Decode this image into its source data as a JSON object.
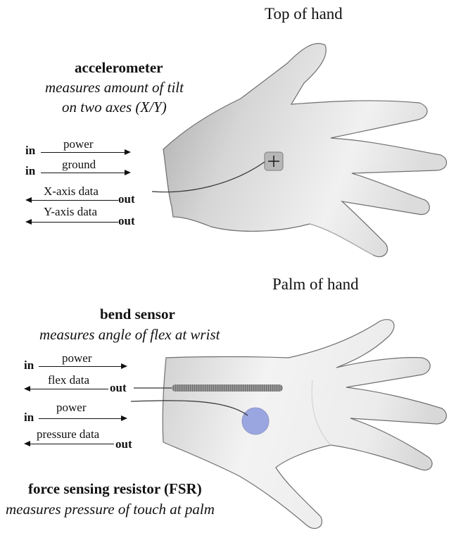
{
  "top_title": "Top of hand",
  "bottom_title": "Palm of hand",
  "accelerometer": {
    "heading": "accelerometer",
    "desc_line1": "measures amount of tilt",
    "desc_line2": "on two axes (X/Y)",
    "signals": [
      {
        "io": "in",
        "label": "power"
      },
      {
        "io": "in",
        "label": "ground"
      },
      {
        "io": "out",
        "label": "X-axis data"
      },
      {
        "io": "out",
        "label": "Y-axis data"
      }
    ]
  },
  "bend_sensor": {
    "heading": "bend sensor",
    "desc": "measures angle of flex at wrist",
    "signals": [
      {
        "io": "in",
        "label": "power"
      },
      {
        "io": "out",
        "label": "flex data"
      }
    ]
  },
  "fsr": {
    "heading": "force sensing resistor (FSR)",
    "desc": "measures pressure of touch at palm",
    "signals": [
      {
        "io": "in",
        "label": "power"
      },
      {
        "io": "out",
        "label": "pressure data"
      }
    ]
  },
  "colors": {
    "hand_light": "#f4f4f4",
    "hand_dark": "#9a9a9a",
    "fsr_fill": "#9aa6df",
    "bend_strip": "#8a8a8a"
  },
  "icons": {
    "accelerometer": "plus-square",
    "fsr": "circle-pad",
    "bend_sensor": "striped-strip"
  }
}
